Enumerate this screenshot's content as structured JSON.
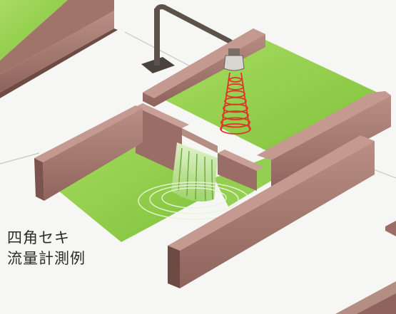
{
  "caption": {
    "line1": "四角セキ",
    "line2": "流量計測例"
  },
  "colors": {
    "background": "#f6f6f4",
    "wall_top": "#b48d83",
    "wall_face": "#9c6e66",
    "wall_dark": "#6e4a44",
    "water": "#8fcf4a",
    "water_light": "#b8e57a",
    "sensor_wave": "#e0362a",
    "pipe": "#5d514b"
  },
  "icons": {
    "sensor": "ultrasonic-level-sensor",
    "waterfall": "weir-overflow"
  }
}
